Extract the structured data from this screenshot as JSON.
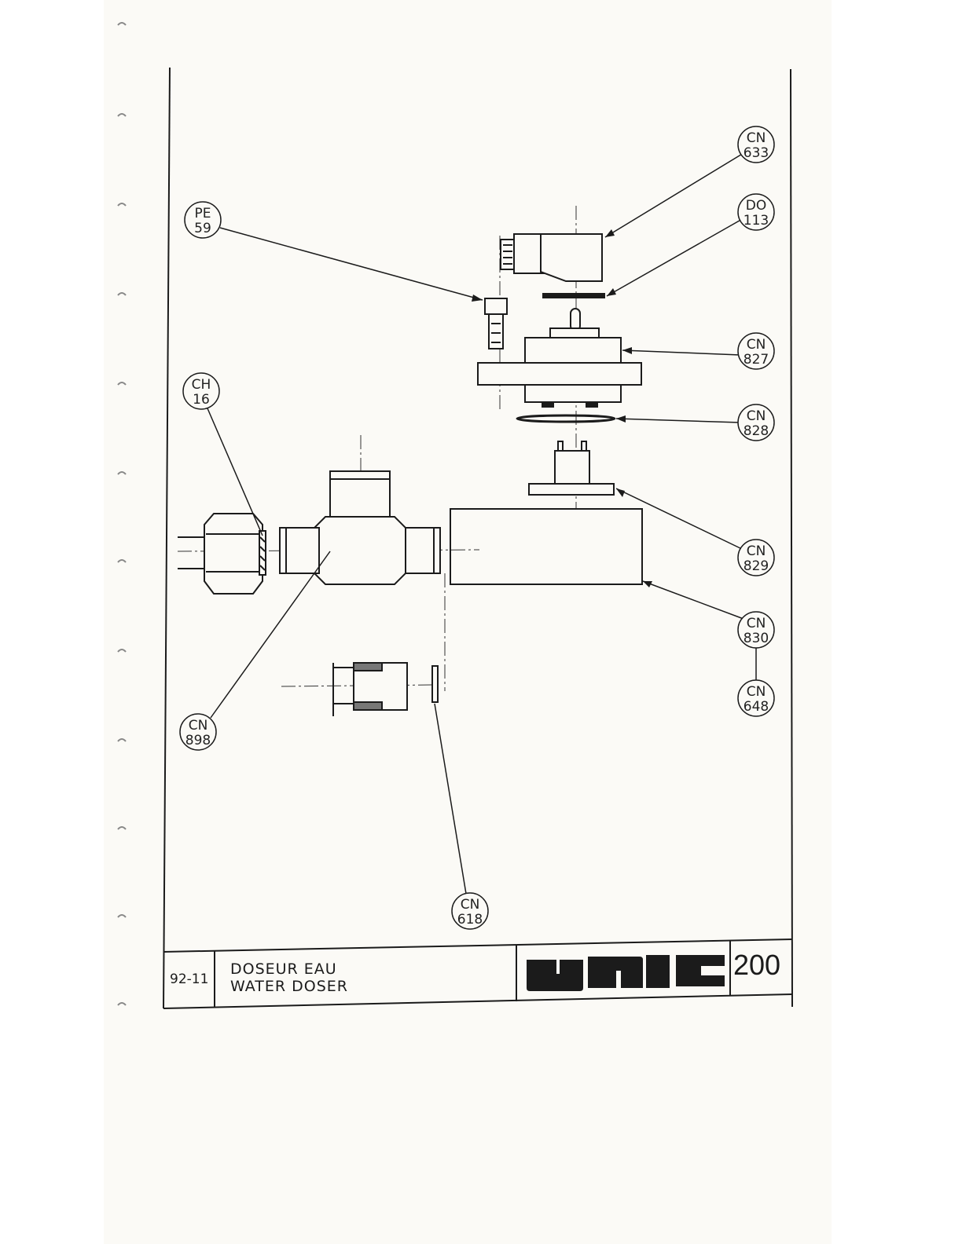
{
  "drawing": {
    "callouts": {
      "pe59": {
        "top": "PE",
        "bottom": "59"
      },
      "cn633": {
        "top": "CN",
        "bottom": "633"
      },
      "do113": {
        "top": "DO",
        "bottom": "113"
      },
      "cn827": {
        "top": "CN",
        "bottom": "827"
      },
      "cn828": {
        "top": "CN",
        "bottom": "828"
      },
      "ch16": {
        "top": "CH",
        "bottom": "16"
      },
      "cn829": {
        "top": "CN",
        "bottom": "829"
      },
      "cn830": {
        "top": "CN",
        "bottom": "830"
      },
      "cn648": {
        "top": "CN",
        "bottom": "648"
      },
      "cn898": {
        "top": "CN",
        "bottom": "898"
      },
      "cn618": {
        "top": "CN",
        "bottom": "618"
      }
    }
  },
  "title_block": {
    "code": "92-11",
    "title_fr": "DOSEUR EAU",
    "title_en": "WATER DOSER",
    "logo": "UNIC",
    "page_number": "200"
  },
  "colors": {
    "paper": "#fbfaf6",
    "ink": "#1b1b1b"
  }
}
